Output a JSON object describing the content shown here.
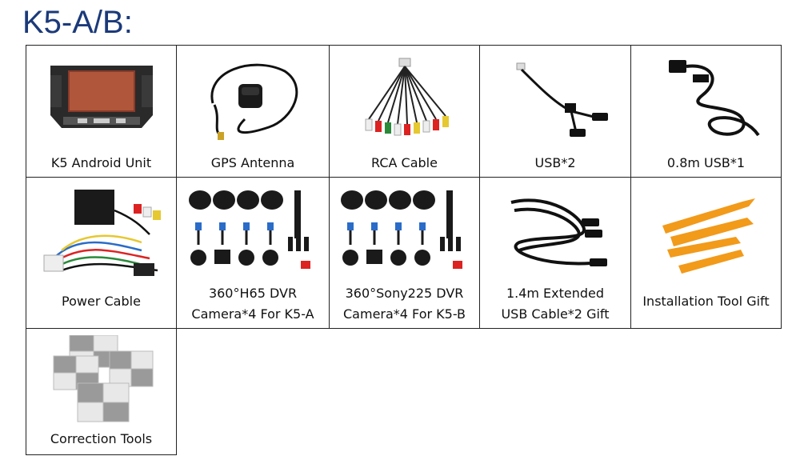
{
  "title": "K5-A/B:",
  "items": [
    {
      "label": [
        "K5 Android Unit"
      ],
      "icon": "car-stereo-unit-icon"
    },
    {
      "label": [
        "GPS Antenna"
      ],
      "icon": "gps-antenna-icon"
    },
    {
      "label": [
        "RCA Cable"
      ],
      "icon": "rca-cable-icon"
    },
    {
      "label": [
        "USB*2"
      ],
      "icon": "usb-cables-icon"
    },
    {
      "label": [
        "0.8m USB*1"
      ],
      "icon": "usb-cable-icon"
    },
    {
      "label": [
        "Power Cable"
      ],
      "icon": "power-harness-icon"
    },
    {
      "label": [
        "360°H65 DVR",
        "Camera*4 For K5-A"
      ],
      "icon": "camera-kit-icon"
    },
    {
      "label": [
        "360°Sony225 DVR",
        "Camera*4 For K5-B"
      ],
      "icon": "camera-kit-icon"
    },
    {
      "label": [
        "1.4m Extended",
        "USB Cable*2 Gift"
      ],
      "icon": "extension-usb-icon"
    },
    {
      "label": [
        "Installation Tool Gift"
      ],
      "icon": "pry-tools-icon"
    },
    {
      "label": [
        "Correction Tools"
      ],
      "icon": "calibration-mats-icon"
    }
  ]
}
